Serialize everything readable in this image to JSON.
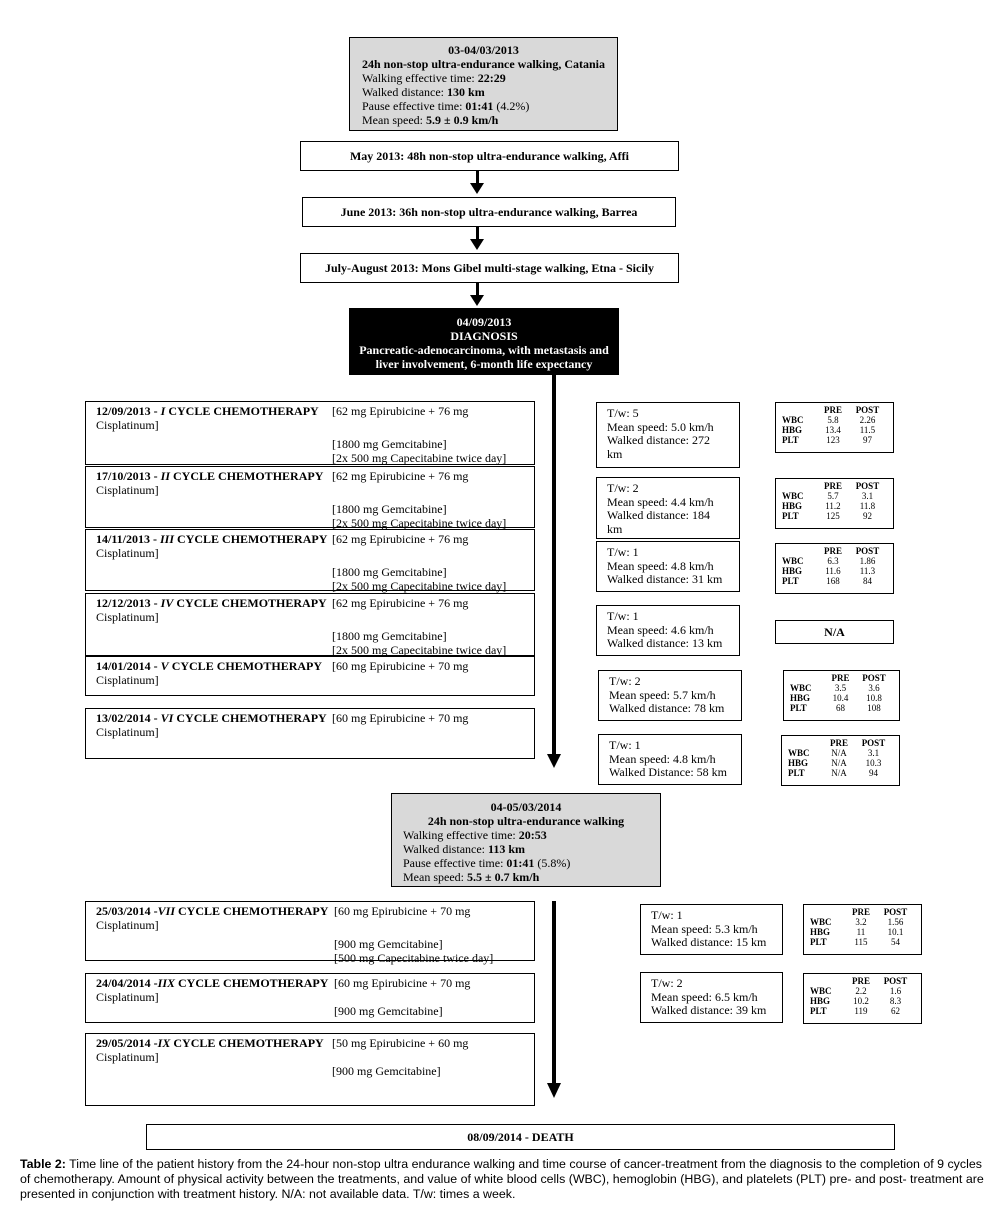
{
  "events": {
    "catania": {
      "date": "03-04/03/2013",
      "title": "24h non-stop ultra-endurance walking, Catania",
      "walking_label": "Walking effective time: ",
      "walking_value": "22:29",
      "distance_label": "Walked distance: ",
      "distance_value": "130 km",
      "pause_label": "Pause effective time: ",
      "pause_value": "01:41",
      "pause_pct": " (4.2%)",
      "speed_label": "Mean speed: ",
      "speed_value": "5.9 ± 0.9 km/h"
    },
    "affi": "May 2013: 48h non-stop ultra-endurance walking, Affi",
    "barrea": "June 2013: 36h non-stop ultra-endurance walking, Barrea",
    "etna": "July-August 2013: Mons Gibel multi-stage walking, Etna - Sicily",
    "diagnosis": {
      "date": "04/09/2013",
      "title": "DIAGNOSIS",
      "line1": "Pancreatic-adenocarcinoma, with metastasis and",
      "line2": "liver involvement, 6-month life expectancy"
    },
    "walk2014": {
      "date": "04-05/03/2014",
      "title": "24h non-stop ultra-endurance walking",
      "walking_label": "Walking effective time: ",
      "walking_value": "20:53",
      "distance_label": "Walked distance: ",
      "distance_value": "113 km",
      "pause_label": "Pause effective time: ",
      "pause_value": "01:41",
      "pause_pct": " (5.8%)",
      "speed_label": "Mean speed: ",
      "speed_value": "5.5 ± 0.7 km/h"
    },
    "death": "08/09/2014 - DEATH"
  },
  "cycles": [
    {
      "date": "12/09/2013 - ",
      "roman": "I",
      "label": " CYCLE CHEMOTHERAPY",
      "drug1": "[62 mg Epirubicine + 76 mg",
      "drug2": "Cisplatinum]",
      "drug3": "[1800 mg Gemcitabine]",
      "drug4": "[2x 500 mg Capecitabine twice day]"
    },
    {
      "date": "17/10/2013 - ",
      "roman": "II",
      "label": " CYCLE CHEMOTHERAPY",
      "drug1": "[62 mg Epirubicine + 76 mg",
      "drug2": "Cisplatinum]",
      "drug3": "[1800 mg Gemcitabine]",
      "drug4": "[2x 500 mg Capecitabine twice day]"
    },
    {
      "date": "14/11/2013 - ",
      "roman": "III",
      "label": " CYCLE CHEMOTHERAPY",
      "drug1": "[62 mg Epirubicine + 76 mg",
      "drug2": "Cisplatinum]",
      "drug3": "[1800 mg Gemcitabine]",
      "drug4": "[2x 500 mg Capecitabine twice day]"
    },
    {
      "date": "12/12/2013 - ",
      "roman": "IV",
      "label": " CYCLE CHEMOTHERAPY",
      "drug1": "[62 mg Epirubicine + 76 mg",
      "drug2": "Cisplatinum]",
      "drug3": "[1800 mg Gemcitabine]",
      "drug4": "[2x 500 mg Capecitabine twice day]"
    },
    {
      "date": "14/01/2014 - ",
      "roman": "V",
      "label": " CYCLE CHEMOTHERAPY",
      "drug1": "[60 mg Epirubicine + 70 mg",
      "drug2": "Cisplatinum]"
    },
    {
      "date": "13/02/2014 - ",
      "roman": "VI",
      "label": " CYCLE CHEMOTHERAPY",
      "drug1": "[60 mg Epirubicine + 70 mg",
      "drug2": "Cisplatinum]"
    },
    {
      "date": "25/03/2014 -",
      "roman": "VII",
      "label": " CYCLE CHEMOTHERAPY",
      "drug1": "[60 mg Epirubicine + 70 mg",
      "drug2": "Cisplatinum]",
      "drug3": "[900 mg Gemcitabine]",
      "drug4": "[500 mg Capecitabine twice day]"
    },
    {
      "date": "24/04/2014 -",
      "roman": "IIX",
      "label": " CYCLE CHEMOTHERAPY",
      "drug1": "[60 mg Epirubicine + 70 mg",
      "drug2": "Cisplatinum]",
      "drug3": "[900 mg Gemcitabine]"
    },
    {
      "date": "29/05/2014 -",
      "roman": "IX",
      "label": " CYCLE CHEMOTHERAPY",
      "drug1": "[50 mg Epirubicine + 60 mg",
      "drug2": "Cisplatinum]",
      "drug3": "[900 mg Gemcitabine]"
    }
  ],
  "activity": [
    {
      "tw": "T/w: 5",
      "speed": "Mean speed: 5.0  km/h",
      "dist": "Walked distance: 272",
      "dist2": "km"
    },
    {
      "tw": "T/w: 2",
      "speed": "Mean speed: 4.4  km/h",
      "dist": "Walked distance: 184",
      "dist2": "km"
    },
    {
      "tw": "T/w: 1",
      "speed": "Mean speed:  4.8  km/h",
      "dist": "Walked distance: 31  km"
    },
    {
      "tw": "T/w: 1",
      "speed": "Mean speed:  4.6  km/h",
      "dist": "Walked distance: 13  km"
    },
    {
      "tw": "T/w: 2",
      "speed": "Mean speed: 5.7  km/h",
      "dist": "Walked distance: 78  km"
    },
    {
      "tw": "T/w: 1",
      "speed": "Mean speed:  4.8  km/h",
      "dist": "Walked Distance: 58  km"
    },
    {
      "tw": "T/w: 1",
      "speed": "Mean speed: 5.3  km/h",
      "dist": "Walked distance: 15  km"
    },
    {
      "tw": "T/w: 2",
      "speed": "Mean speed: 6.5  km/h",
      "dist": "Walked distance: 39  km"
    }
  ],
  "lab_headers": {
    "pre": "PRE",
    "post": "POST",
    "wbc": "WBC",
    "hbg": "HBG",
    "plt": "PLT"
  },
  "labs": [
    {
      "wbc": [
        "5.8",
        "2.26"
      ],
      "hbg": [
        "13.4",
        "11.5"
      ],
      "plt": [
        "123",
        "97"
      ]
    },
    {
      "wbc": [
        "5.7",
        "3.1"
      ],
      "hbg": [
        "11.2",
        "11.8"
      ],
      "plt": [
        "125",
        "92"
      ]
    },
    {
      "wbc": [
        "6.3",
        "1.86"
      ],
      "hbg": [
        "11.6",
        "11.3"
      ],
      "plt": [
        "168",
        "84"
      ]
    },
    {
      "na": "N/A"
    },
    {
      "wbc": [
        "3.5",
        "3.6"
      ],
      "hbg": [
        "10.4",
        "10.8"
      ],
      "plt": [
        "68",
        "108"
      ]
    },
    {
      "wbc": [
        "N/A",
        "3.1"
      ],
      "hbg": [
        "N/A",
        "10.3"
      ],
      "plt": [
        "N/A",
        "94"
      ]
    },
    {
      "wbc": [
        "3.2",
        "1.56"
      ],
      "hbg": [
        "11",
        "10.1"
      ],
      "plt": [
        "115",
        "54"
      ]
    },
    {
      "wbc": [
        "2.2",
        "1.6"
      ],
      "hbg": [
        "10.2",
        "8.3"
      ],
      "plt": [
        "119",
        "62"
      ]
    }
  ],
  "caption": {
    "label": "Table 2:",
    "text": " Time line of the patient history from the 24-hour non-stop ultra endurance walking and time course of cancer-treatment from the diagnosis to the completion of 9 cycles of chemotherapy. Amount of physical activity between the treatments, and value of white blood cells (WBC), hemoglobin (HBG), and platelets (PLT) pre- and post- treatment are presented in conjunction with treatment history. N/A: not available data. T/w: times a week."
  }
}
